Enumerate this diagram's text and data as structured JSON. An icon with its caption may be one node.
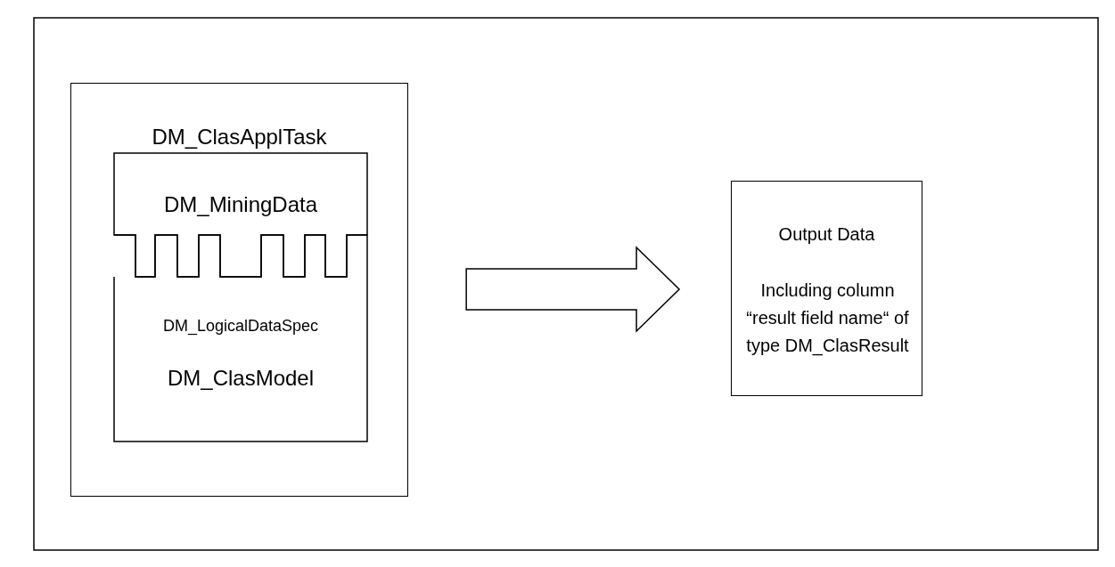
{
  "diagram": {
    "nodes": [
      {
        "text": [
          "DM_ClasApplTask"
        ]
      },
      {
        "text": [
          "DM_MiningData"
        ],
        "in": 0
      },
      {
        "text": [
          "DM_LogicalDataSpec",
          "DM_ClasModel"
        ],
        "in": 0
      },
      {
        "text": [
          "Output Data",
          "Including column “result field name“ of type DM_ClasResult"
        ]
      }
    ],
    "edges": [
      {
        "from": 0,
        "to": 3,
        "arrow": "to"
      }
    ]
  }
}
